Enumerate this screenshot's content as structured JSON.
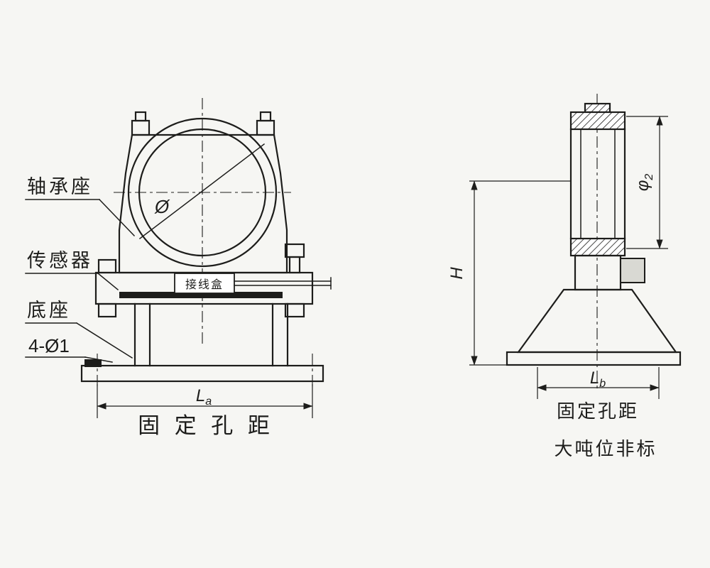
{
  "page": {
    "background": "#f6f6f3",
    "line_color": "#1d1d1b"
  },
  "front_view": {
    "labels": {
      "bearing_seat": "轴承座",
      "sensor": "传感器",
      "base": "底座",
      "hole_callout": "4-Ø1"
    },
    "junction_box_label": "接线盒",
    "bore_diameter_symbol": "Ø",
    "dim_la": {
      "main": "L",
      "sub": "a"
    },
    "caption": "固 定 孔 距"
  },
  "side_view": {
    "dim_h": "H",
    "dim_phi": {
      "main": "φ",
      "sub": "2"
    },
    "dim_lb": {
      "main": "L",
      "sub": "b"
    },
    "caption": "固定孔距",
    "note": "大吨位非标"
  }
}
